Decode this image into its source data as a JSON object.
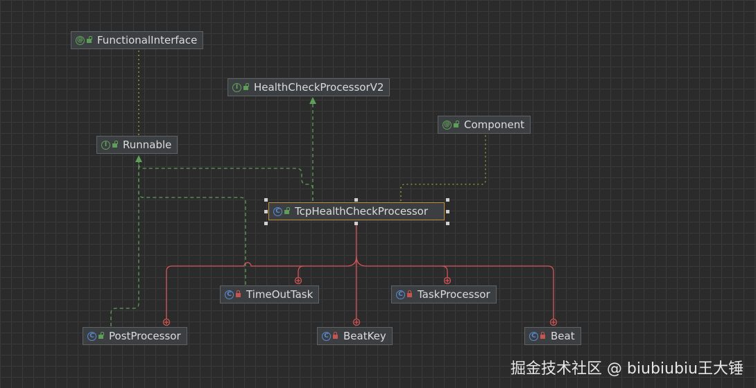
{
  "diagram": {
    "nodes": {
      "functional_interface": {
        "label": "FunctionalInterface",
        "kind": "annotation",
        "kind_icon": "@",
        "visibility": "public"
      },
      "health_check_processor_v2": {
        "label": "HealthCheckProcessorV2",
        "kind": "interface",
        "kind_icon": "I",
        "visibility": "public"
      },
      "component": {
        "label": "Component",
        "kind": "annotation",
        "kind_icon": "@",
        "visibility": "public"
      },
      "runnable": {
        "label": "Runnable",
        "kind": "interface",
        "kind_icon": "I",
        "visibility": "public"
      },
      "tcp_health_check_processor": {
        "label": "TcpHealthCheckProcessor",
        "kind": "class",
        "kind_icon": "C",
        "visibility": "public",
        "selected": true
      },
      "time_out_task": {
        "label": "TimeOutTask",
        "kind": "class",
        "kind_icon": "C",
        "visibility": "private"
      },
      "task_processor": {
        "label": "TaskProcessor",
        "kind": "class",
        "kind_icon": "C",
        "visibility": "private"
      },
      "post_processor": {
        "label": "PostProcessor",
        "kind": "class",
        "kind_icon": "C",
        "visibility": "public"
      },
      "beat_key": {
        "label": "BeatKey",
        "kind": "class",
        "kind_icon": "C",
        "visibility": "private"
      },
      "beat": {
        "label": "Beat",
        "kind": "class",
        "kind_icon": "C",
        "visibility": "private"
      }
    },
    "relations": [
      {
        "from": "runnable",
        "to": "functional_interface",
        "type": "annotation"
      },
      {
        "from": "tcp_health_check_processor",
        "to": "health_check_processor_v2",
        "type": "implements"
      },
      {
        "from": "tcp_health_check_processor",
        "to": "component",
        "type": "annotation"
      },
      {
        "from": "tcp_health_check_processor",
        "to": "runnable",
        "type": "implements"
      },
      {
        "from": "time_out_task",
        "to": "runnable",
        "type": "implements"
      },
      {
        "from": "post_processor",
        "to": "runnable",
        "type": "implements"
      },
      {
        "from": "time_out_task",
        "to": "tcp_health_check_processor",
        "type": "inner"
      },
      {
        "from": "task_processor",
        "to": "tcp_health_check_processor",
        "type": "inner"
      },
      {
        "from": "post_processor",
        "to": "tcp_health_check_processor",
        "type": "inner"
      },
      {
        "from": "beat_key",
        "to": "tcp_health_check_processor",
        "type": "inner"
      },
      {
        "from": "beat",
        "to": "tcp_health_check_processor",
        "type": "inner"
      }
    ],
    "colors": {
      "background": "#2b2b2b",
      "grid": "#3a3a3a",
      "implements_edge": "#5e9e58",
      "annotation_edge": "#9aa83a",
      "inner_edge": "#d4555a",
      "class_icon": "#5a8bd6",
      "interface_icon": "#63a35c",
      "selected_border": "#c48f3a"
    }
  },
  "watermark": "掘金技术社区 @ biubiubiu王大锤"
}
